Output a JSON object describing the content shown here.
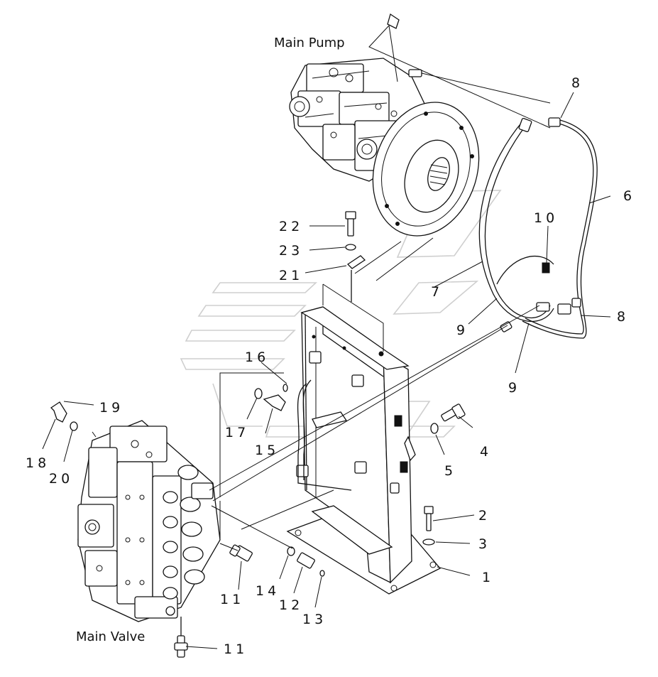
{
  "labels": {
    "main_pump": "Main Pump",
    "main_valve": "Main Valve"
  },
  "callouts": {
    "c1": "1",
    "c2": "2",
    "c3": "3",
    "c4": "4",
    "c5": "5",
    "c6": "6",
    "c7": "7",
    "c8a": "8",
    "c8b": "8",
    "c9a": "9",
    "c9b": "9",
    "c10": "10",
    "c11a": "11",
    "c11b": "11",
    "c12": "12",
    "c13": "13",
    "c14": "14",
    "c15": "15",
    "c16": "16",
    "c17": "17",
    "c18": "18",
    "c19": "19",
    "c20": "20",
    "c21": "21",
    "c22": "22",
    "c23": "23"
  },
  "colors": {
    "ink": "#111111",
    "watermark": "#cfcfcf",
    "background": "#ffffff"
  }
}
